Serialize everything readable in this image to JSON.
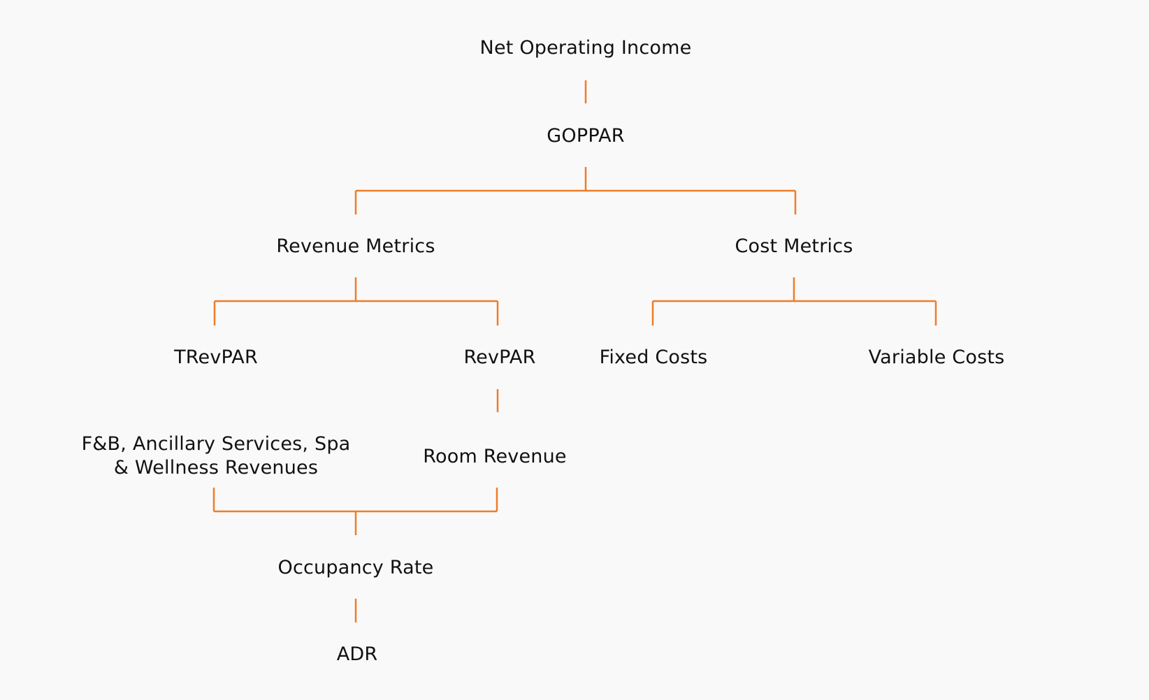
{
  "colors": {
    "background": "#f9f9f9",
    "connector": "#f07c28",
    "text": "#111111"
  },
  "nodes": {
    "net_operating_income": "Net Operating Income",
    "goppar": "GOPPAR",
    "revenue_metrics": "Revenue Metrics",
    "cost_metrics": "Cost Metrics",
    "trevpar": "TRevPAR",
    "revpar": "RevPAR",
    "fixed_costs": "Fixed Costs",
    "variable_costs": "Variable Costs",
    "fb_revenues_line1": "F&B, Ancillary Services, Spa",
    "fb_revenues_line2": "& Wellness Revenues",
    "room_revenue": "Room Revenue",
    "occupancy_rate": "Occupancy Rate",
    "adr": "ADR"
  }
}
